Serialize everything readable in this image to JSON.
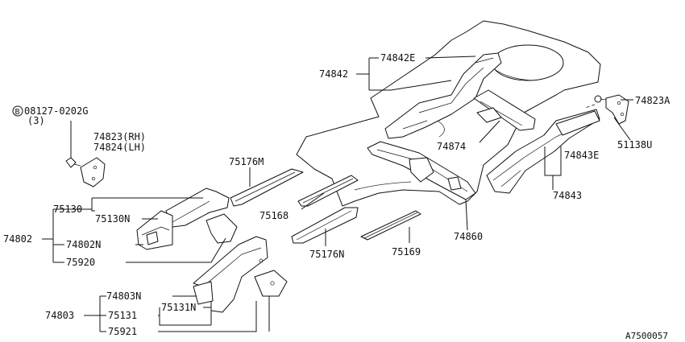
{
  "labels": {
    "p74842E": "74842E",
    "p74842": "74842",
    "p74823A": "74823A",
    "p51138U": "51138U",
    "p74874": "74874",
    "p74843E": "74843E",
    "p74843": "74843",
    "p74860": "74860",
    "p75169": "75169",
    "p75176N": "75176N",
    "p75168": "75168",
    "p75176M": "75176M",
    "bolt_code": "08127-0202G",
    "bolt_circle": "B",
    "bolt_qty": "(3)",
    "p74823RH": "74823(RH)",
    "p74824LH": "74824(LH)",
    "p75130": "75130",
    "p75130N": "75130N",
    "p74802": "74802",
    "p74802N": "74802N",
    "p75920": "75920",
    "p74803N": "74803N",
    "p74803": "74803",
    "p75131": "75131",
    "p75131N": "75131N",
    "p75921": "75921",
    "diagram_code": "A7500057"
  }
}
